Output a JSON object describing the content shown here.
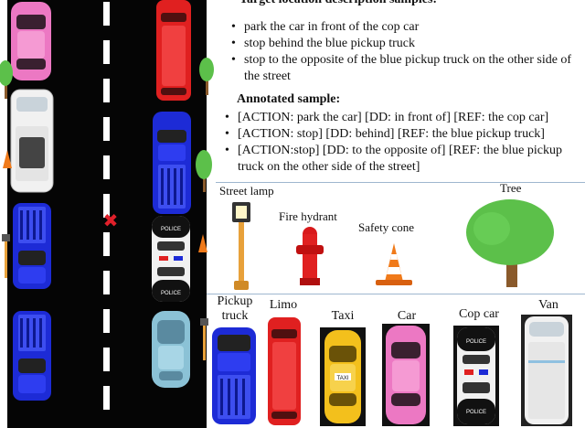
{
  "descriptions": {
    "heading": "Target location description samples:",
    "items": [
      "park the car in front of the cop car",
      "stop behind the blue pickup truck",
      "stop to the opposite of the blue pickup truck on the other side of the street"
    ]
  },
  "annotated": {
    "heading": "Annotated sample:",
    "items": [
      "[ACTION: park the car] [DD: in front of] [REF: the cop car]",
      "[ACTION: stop] [DD: behind] [REF: the blue pickup truck]",
      "[ACTION:stop] [DD: to the opposite of] [REF: the blue pickup truck on the other side of the street]"
    ]
  },
  "objects": {
    "street_lamp": "Street lamp",
    "fire_hydrant": "Fire hydrant",
    "safety_cone": "Safety cone",
    "tree": "Tree"
  },
  "vehicles": {
    "pickup": "Pickup truck",
    "limo": "Limo",
    "taxi": "Taxi",
    "car": "Car",
    "cop_car": "Cop car",
    "van": "Van"
  },
  "scene": {
    "target_marker": "✖",
    "police_text": "POLICE",
    "taxi_text": "TAXI"
  },
  "colors": {
    "road": "#050505",
    "pink": "#ec78c3",
    "red": "#e02020",
    "white": "#f1f1f1",
    "blue": "#1d2bd6",
    "light_blue": "#8bc2d6",
    "yellow": "#f3c01c",
    "tree_green": "#5cc04a",
    "trunk": "#8a5a2b",
    "lamp": "#e8a13a",
    "cone": "#f07a1a",
    "marker": "#e0202a"
  }
}
